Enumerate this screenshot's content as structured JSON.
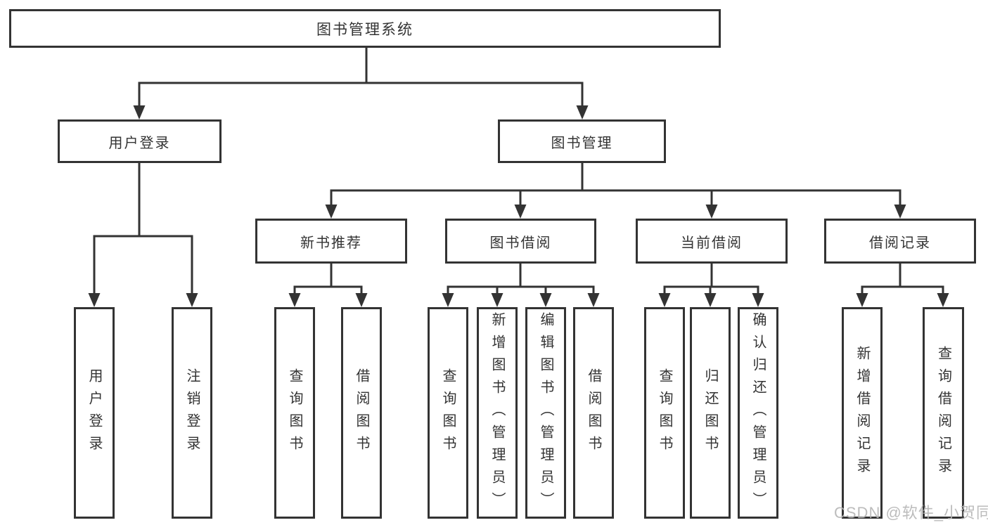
{
  "diagram": {
    "tree": {
      "label": "图书管理系统",
      "children": [
        {
          "label": "用户登录",
          "children": [
            {
              "label": "用户登录"
            },
            {
              "label": "注销登录"
            }
          ]
        },
        {
          "label": "图书管理",
          "children": [
            {
              "label": "新书推荐",
              "children": [
                {
                  "label": "查询图书"
                },
                {
                  "label": "借阅图书"
                }
              ]
            },
            {
              "label": "图书借阅",
              "children": [
                {
                  "label": "查询图书"
                },
                {
                  "label": "新增图书（管理员）"
                },
                {
                  "label": "编辑图书（管理员）"
                },
                {
                  "label": "借阅图书"
                }
              ]
            },
            {
              "label": "当前借阅",
              "children": [
                {
                  "label": "查询图书"
                },
                {
                  "label": "归还图书"
                },
                {
                  "label": "确认归还（管理员）"
                }
              ]
            },
            {
              "label": "借阅记录",
              "children": [
                {
                  "label": "新增借阅记录"
                },
                {
                  "label": "查询借阅记录"
                }
              ]
            }
          ]
        }
      ]
    },
    "watermark": "CSDN @软件_小贺同学",
    "colors": {
      "line": "#333333",
      "text": "#333333",
      "background": "#ffffff",
      "watermark": "#b5b5b5"
    }
  }
}
